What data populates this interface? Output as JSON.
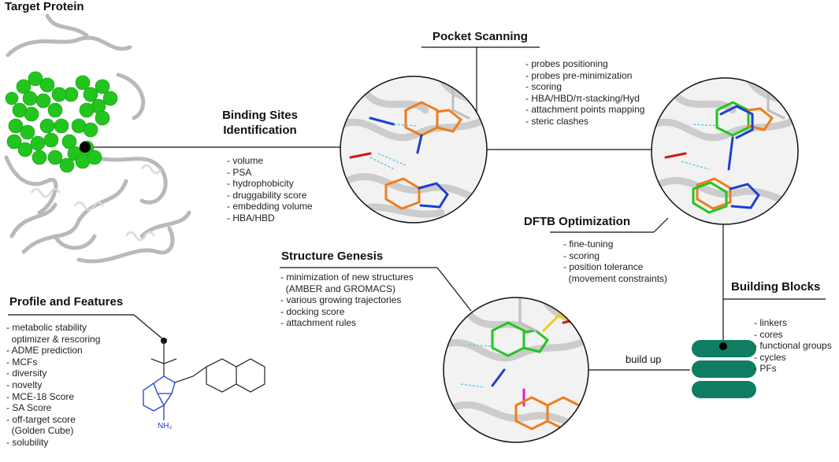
{
  "target_protein": {
    "title": "Target Protein"
  },
  "binding_sites": {
    "title_line1": "Binding Sites",
    "title_line2": "Identification",
    "items": [
      "- volume",
      "- PSA",
      "- hydrophobicity",
      "- druggability score",
      "- embedding volume",
      "- HBA/HBD"
    ]
  },
  "pocket_scanning": {
    "title": "Pocket Scanning",
    "items": [
      "- probes positioning",
      "- probes pre-minimization",
      "- scoring",
      "- HBA/HBD/π-stacking/Hyd",
      "- attachment points mapping",
      "- steric clashes"
    ]
  },
  "dftb_optimization": {
    "title": "DFTB Optimization",
    "items": [
      "- fine-tuning",
      "- scoring",
      "- position tolerance",
      "  (movement constraints)"
    ]
  },
  "structure_genesis": {
    "title": "Structure Genesis",
    "items": [
      "- minimization of new structures",
      "  (AMBER and GROMACS)",
      "- various growing trajectories",
      "- docking score",
      "- attachment rules"
    ]
  },
  "building_blocks": {
    "title": "Building Blocks",
    "items": [
      "- linkers",
      "- cores",
      "- functional groups",
      "- cycles",
      "- PFs"
    ]
  },
  "profile_features": {
    "title": "Profile and Features",
    "items": [
      "- metabolic stability",
      "  optimizer & rescoring",
      "- ADME prediction",
      "- MCFs",
      "- diversity",
      "- novelty",
      "- MCE-18 Score",
      "- SA Score",
      "- off-target score",
      "  (Golden Cube)",
      "- solubility"
    ]
  },
  "build_up": {
    "label": "build up"
  },
  "molecule": {
    "nh2_label": "NH₂"
  },
  "colors": {
    "probe_green": "#22c51e",
    "carbon_orange": "#f07c1a",
    "db_teal": "#0f7d62",
    "nitrogen_blue": "#1e3fd0",
    "oxygen_red": "#d01818",
    "protein_grey": "#c8c8c8"
  }
}
